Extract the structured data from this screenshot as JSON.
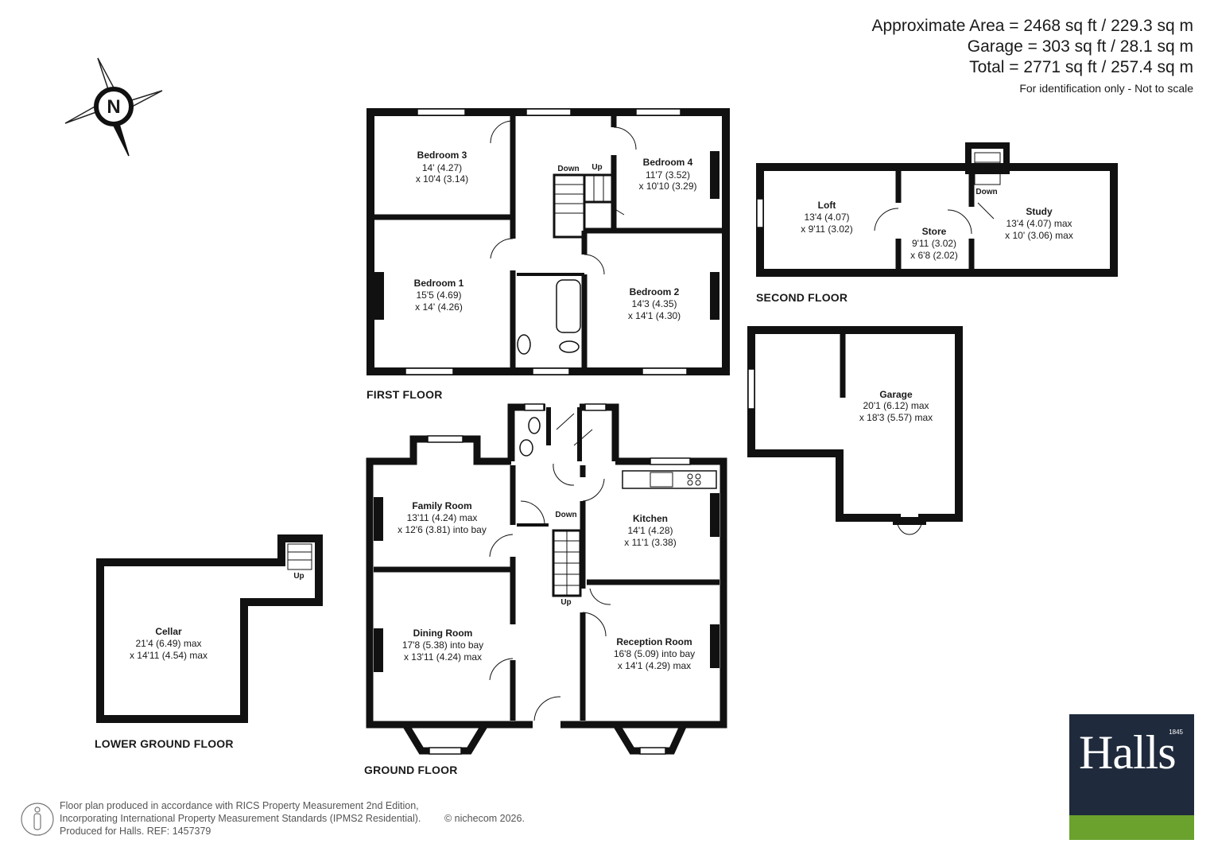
{
  "areas": {
    "approx": "Approximate Area = 2468 sq ft / 229.3 sq m",
    "garage": "Garage = 303 sq ft / 28.1 sq m",
    "total": "Total = 2771 sq ft / 257.4 sq m",
    "note": "For identification only - Not to scale"
  },
  "compass": {
    "letter": "N"
  },
  "floors": {
    "first": "FIRST FLOOR",
    "second": "SECOND FLOOR",
    "ground": "GROUND FLOOR",
    "lower": "LOWER GROUND FLOOR"
  },
  "rooms": {
    "bedroom3": {
      "name": "Bedroom 3",
      "d1": "14' (4.27)",
      "d2": "x 10'4 (3.14)"
    },
    "bedroom4": {
      "name": "Bedroom 4",
      "d1": "11'7 (3.52)",
      "d2": "x 10'10 (3.29)"
    },
    "bedroom1": {
      "name": "Bedroom 1",
      "d1": "15'5 (4.69)",
      "d2": "x 14' (4.26)"
    },
    "bedroom2": {
      "name": "Bedroom 2",
      "d1": "14'3 (4.35)",
      "d2": "x 14'1 (4.30)"
    },
    "loft": {
      "name": "Loft",
      "d1": "13'4 (4.07)",
      "d2": "x 9'11 (3.02)"
    },
    "store": {
      "name": "Store",
      "d1": "9'11 (3.02)",
      "d2": "x 6'8 (2.02)"
    },
    "study": {
      "name": "Study",
      "d1": "13'4 (4.07) max",
      "d2": "x 10' (3.06) max"
    },
    "garage": {
      "name": "Garage",
      "d1": "20'1 (6.12) max",
      "d2": "x 18'3 (5.57) max"
    },
    "family": {
      "name": "Family Room",
      "d1": "13'11 (4.24) max",
      "d2": "x 12'6 (3.81) into bay"
    },
    "kitchen": {
      "name": "Kitchen",
      "d1": "14'1 (4.28)",
      "d2": "x 11'1 (3.38)"
    },
    "dining": {
      "name": "Dining Room",
      "d1": "17'8 (5.38) into bay",
      "d2": "x 13'11 (4.24) max"
    },
    "reception": {
      "name": "Reception Room",
      "d1": "16'8 (5.09) into bay",
      "d2": "x 14'1 (4.29) max"
    },
    "cellar": {
      "name": "Cellar",
      "d1": "21'4 (6.49) max",
      "d2": "x 14'11 (4.54) max"
    }
  },
  "stairs": {
    "down": "Down",
    "up": "Up"
  },
  "footer": {
    "line1": "Floor plan produced in accordance with RICS Property Measurement 2nd Edition,",
    "line2": "Incorporating International Property Measurement Standards (IPMS2 Residential).",
    "line3": "Produced for Halls.   REF: 1457379",
    "copyright": "© nichecom 2026."
  },
  "logo": {
    "brand": "Halls",
    "year": "1845",
    "colors": {
      "navy": "#1f2a3c",
      "green": "#6aa22d"
    }
  }
}
